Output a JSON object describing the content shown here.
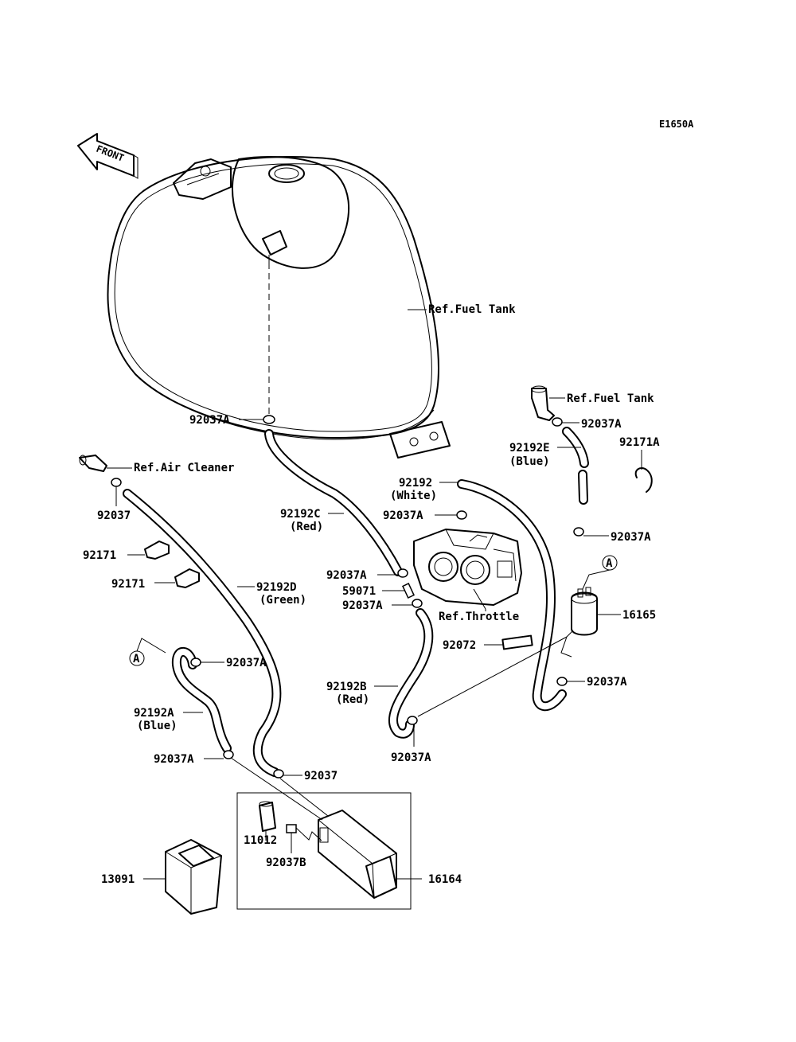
{
  "diagram_code": "E1650A",
  "front_label": "FRONT",
  "references": {
    "fuel_tank_main": "Ref.Fuel Tank",
    "fuel_tank_side": "Ref.Fuel Tank",
    "air_cleaner": "Ref.Air Cleaner",
    "throttle": "Ref.Throttle"
  },
  "labels": {
    "p92037A_1": "92037A",
    "p92037A_2": "92037A",
    "p92192E": "92192E",
    "p92192E_color": "(Blue)",
    "p92171A": "92171A",
    "p92037": "92037",
    "p92192": "92192",
    "p92192_color": "(White)",
    "p92037A_3": "92037A",
    "p92192C": "92192C",
    "p92192C_color": "(Red)",
    "p92037A_4": "92037A",
    "p92171_1": "92171",
    "p92171_2": "92171",
    "p92192D": "92192D",
    "p92192D_color": "(Green)",
    "p92037A_5": "92037A",
    "p59071": "59071",
    "p92037A_6": "92037A",
    "p16165": "16165",
    "p92072": "92072",
    "p92037A_7": "92037A",
    "p92037A_8": "92037A",
    "p92192B": "92192B",
    "p92192B_color": "(Red)",
    "p92192A": "92192A",
    "p92192A_color": "(Blue)",
    "p92037A_9": "92037A",
    "p92037A_10": "92037A",
    "p92037_2": "92037",
    "p11012": "11012",
    "p92037B": "92037B",
    "p13091": "13091",
    "p16164": "16164"
  },
  "markers": {
    "a_right": "A",
    "a_left": "A"
  }
}
